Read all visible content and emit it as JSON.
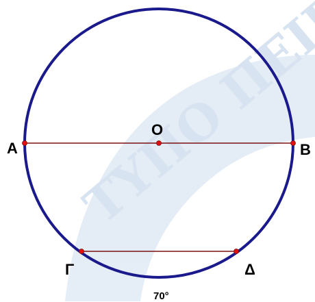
{
  "watermark": {
    "text": "ΤΥΠΟ ΠΕΙΡ",
    "color": "#b7cde4",
    "fill_color": "#cfdeee"
  },
  "colors": {
    "circle": "#1a1a8c",
    "chord": "#7a1010",
    "point": "#e01010"
  },
  "points": {
    "A": "Α",
    "B": "Β",
    "O": "Ο",
    "G": "Γ",
    "D": "Δ"
  },
  "arc_label": "70°"
}
